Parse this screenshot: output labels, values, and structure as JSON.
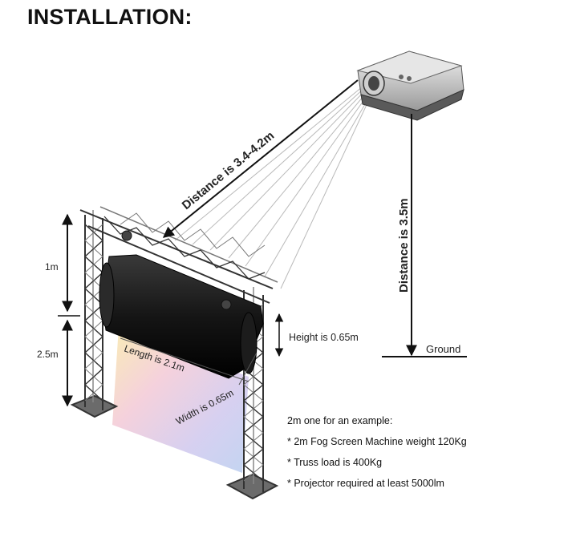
{
  "title": "INSTALLATION:",
  "labels": {
    "distance_diag": "Distance is 3.4-4.2m",
    "distance_vert": "Distance is 3.5m",
    "ground": "Ground",
    "upper_height": "1m",
    "lower_height": "2.5m",
    "height": "Height is 0.65m",
    "length": "Length is 2.1m",
    "width": "Width is 0.65m"
  },
  "notes": {
    "heading": "2m one for an example:",
    "items": [
      "* 2m Fog Screen Machine weight 120Kg",
      "* Truss load is 400Kg",
      "* Projector required at least 5000lm"
    ]
  }
}
